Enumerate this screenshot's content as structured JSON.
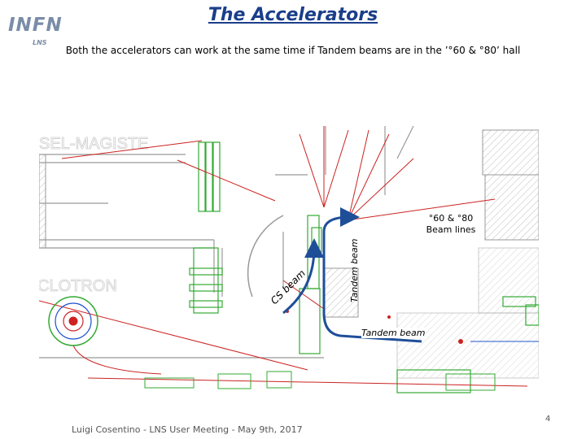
{
  "header": {
    "logo_text": "INFN",
    "logo_sub": "LNS",
    "title": "The Accelerators",
    "subtitle": "Both the accelerators can work at the same time if Tandem beams are in the ’°60 & °80’ hall"
  },
  "drawing": {
    "bg_label_top": "SEL-MAGISTE",
    "bg_label_left": "CLOTRON",
    "labels": {
      "beam_lines": [
        "°60 & °80",
        "Beam lines"
      ],
      "tandem_vertical": "Tandem beam",
      "cs_beam": "CS beam",
      "tandem_horizontal": "Tandem beam"
    },
    "colors": {
      "beam_arrow": "#1f4e99",
      "beamline_red": "#cc2222",
      "magnet_green": "#33aa33",
      "wall_gray": "#888888"
    }
  },
  "footer": {
    "text": "Luigi Cosentino - LNS User Meeting -  May 9th, 2017",
    "page": "4"
  }
}
